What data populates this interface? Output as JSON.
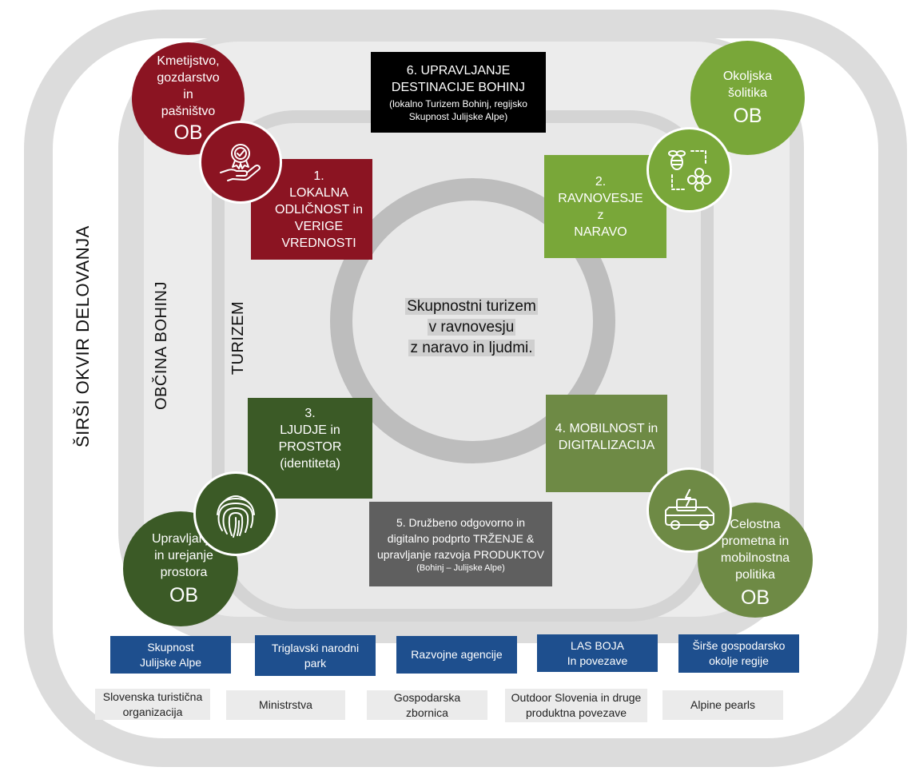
{
  "frames": {
    "outer_label": "ŠIRŠI OKVIR DELOVANJA",
    "municipality_label": "OBČINA BOHINJ",
    "tourism_label": "TURIZEM"
  },
  "center": {
    "line1": "Skupnostni turizem",
    "line2": "v ravnovesju",
    "line3": "z naravo in ljudmi."
  },
  "pillars": {
    "p1": {
      "number": "1.",
      "line1": "LOKALNA",
      "line2": "ODLIČNOST in",
      "line3": "VERIGE",
      "line4": "VREDNOSTI",
      "color": "#8b1422"
    },
    "p2": {
      "number": "2.",
      "line1": "RAVNOVESJE",
      "line2": "z",
      "line3": "NARAVO",
      "color": "#79a739"
    },
    "p3": {
      "number": "3.",
      "line1": "LJUDJE in",
      "line2": "PROSTOR",
      "line3": "(identiteta)",
      "color": "#3b5a26"
    },
    "p4": {
      "line1": "4. MOBILNOST in",
      "line2": "DIGITALIZACIJA",
      "color": "#6e8a45"
    },
    "p5": {
      "line1": "5. Družbeno odgovorno in",
      "line2": "digitalno podprto TRŽENJE &",
      "line3": "upravljanje razvoja PRODUKTOV",
      "sub": "(Bohinj – Julijske Alpe)",
      "color": "#5f5f5f"
    },
    "p6": {
      "line1": "6. UPRAVLJANJE",
      "line2": "DESTINACIJE BOHINJ",
      "sub1": "(lokalno Turizem Bohinj, regijsko",
      "sub2": "Skupnost Julijske Alpe)",
      "color": "#000000"
    }
  },
  "policies": {
    "top_left": {
      "line1": "Kmetijstvo,",
      "line2": "gozdarstvo",
      "line3": "in",
      "line4": "pašništvo",
      "tag": "OB",
      "color": "#8b1422",
      "icon": "hand-award-icon"
    },
    "top_right": {
      "line1": "Okoljska",
      "line2": "šolitika",
      "tag": "OB",
      "color": "#79a739",
      "icon": "bee-flower-icon"
    },
    "bottom_left": {
      "line1": "Upravljanje",
      "line2": "in urejanje",
      "line3": "prostora",
      "tag": "OB",
      "color": "#3b5a26",
      "icon": "fingerprint-icon"
    },
    "bottom_right": {
      "line1": "Celostna",
      "line2": "prometna in",
      "line3": "mobilnostna",
      "line4": "politika",
      "tag": "OB",
      "color": "#6e8a45",
      "icon": "electric-bus-icon"
    }
  },
  "partners_primary": [
    {
      "line1": "Skupnost",
      "line2": "Julijske Alpe"
    },
    {
      "line1": "Triglavski narodni",
      "line2": "park"
    },
    {
      "line1": "Razvojne agencije",
      "line2": ""
    },
    {
      "line1": "LAS BOJA",
      "line2": "In povezave"
    },
    {
      "line1": "Širše gospodarsko",
      "line2": "okolje regije"
    }
  ],
  "partners_secondary": [
    {
      "line1": "Slovenska turistična",
      "line2": "organizacija"
    },
    {
      "line1": "Ministrstva",
      "line2": ""
    },
    {
      "line1": "Gospodarska",
      "line2": "zbornica"
    },
    {
      "line1": "Outdoor Slovenia in druge",
      "line2": "produktna povezave"
    },
    {
      "line1": "Alpine pearls",
      "line2": ""
    }
  ],
  "colors": {
    "primary_partner_bg": "#1e4f8e",
    "secondary_partner_bg": "#ebebeb"
  }
}
